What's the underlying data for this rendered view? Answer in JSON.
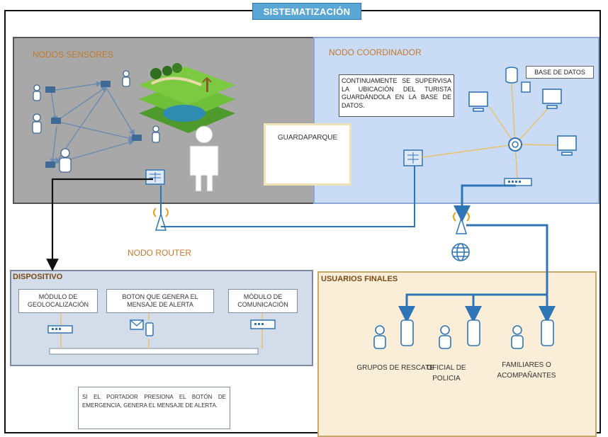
{
  "title": "SISTEMATIZACIÓN",
  "sensores": {
    "label": "NODOS SENSORES"
  },
  "coordinador": {
    "label": "NODO COORDINADOR",
    "note": "CONTINUAMENTE SE SUPERVISA LA UBICACIÓN DEL TURISTA GUARDÁNDOLA EN LA BASE DE DATOS.",
    "database": "BASE DE DATOS"
  },
  "guardaparque": "GUARDAPARQUE",
  "router": "NODO ROUTER",
  "dispositivo": {
    "label": "DISPOSITIVO",
    "modules": [
      "MÓDULO DE GEOLOCALIZACIÓN",
      "BOTON QUE GENERA EL MENSAJE DE ALERTA",
      "MÓDULO DE COMUNICACIÓN"
    ]
  },
  "note_bottom": "SI EL PORTADOR PRESIONA EL BOTÓN DE EMERGENCIA, GENERA EL MENSAJE DE ALERTA.",
  "usuarios": {
    "label": "USUARIOS FINALES",
    "groups": [
      "GRUPOS DE RESCATE",
      "OFICIAL DE POLICIA",
      "FAMILIARES O ACOMPAÑANTES"
    ]
  },
  "colors": {
    "title_bg": "#5aa7d6",
    "link_blue": "#2f75b5",
    "sensor_panel": "#a8a8a8",
    "coord_panel": "#c9dbf5",
    "accent_orange": "#c47a2a"
  }
}
